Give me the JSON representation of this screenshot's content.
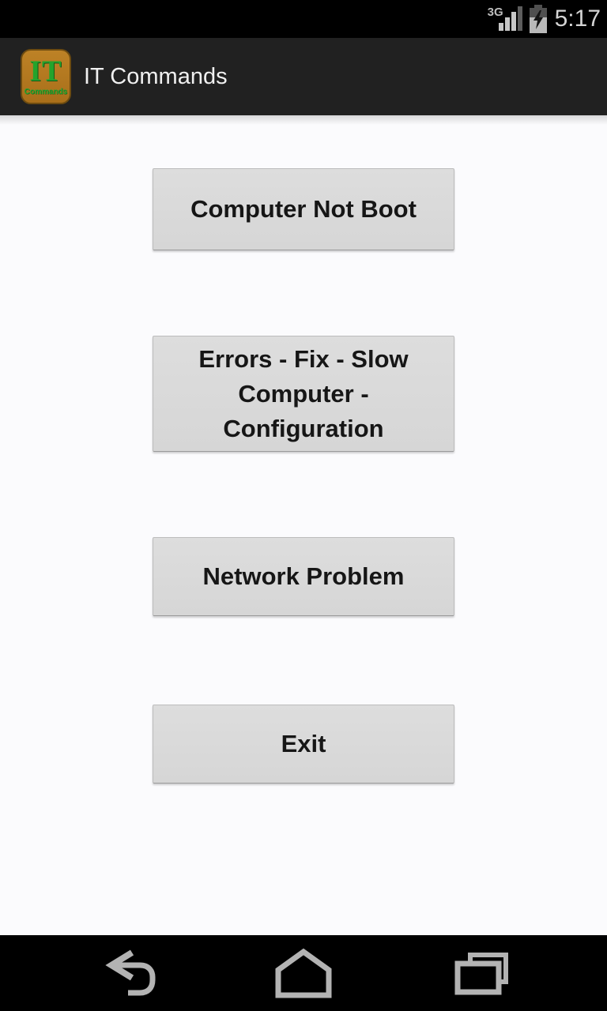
{
  "status_bar": {
    "network_label": "3G",
    "signal_icon": "signal-strength-bars",
    "signal_bars_filled": 3,
    "signal_bars_total": 4,
    "battery_icon": "battery-charging",
    "time": "5:17"
  },
  "action_bar": {
    "title": "IT Commands",
    "app_icon": {
      "line1": "IT",
      "line2": "Commands",
      "background_color": "#b2771e",
      "text_color": "#23a42c"
    }
  },
  "buttons": [
    {
      "label": "Computer Not Boot"
    },
    {
      "label": "Errors - Fix - Slow Computer - Configuration"
    },
    {
      "label": "Network Problem"
    },
    {
      "label": "Exit"
    }
  ],
  "nav_bar": {
    "back_icon": "back-arrow",
    "home_icon": "home-outline",
    "recents_icon": "overlapping-windows"
  },
  "colors": {
    "status_bar_bg": "#000000",
    "action_bar_bg": "#212121",
    "content_bg": "#fbfbfd",
    "button_bg": "#d9d9d9",
    "button_text": "#161616",
    "nav_icon": "#b3b3b3",
    "title_text": "#f0f0f0"
  }
}
